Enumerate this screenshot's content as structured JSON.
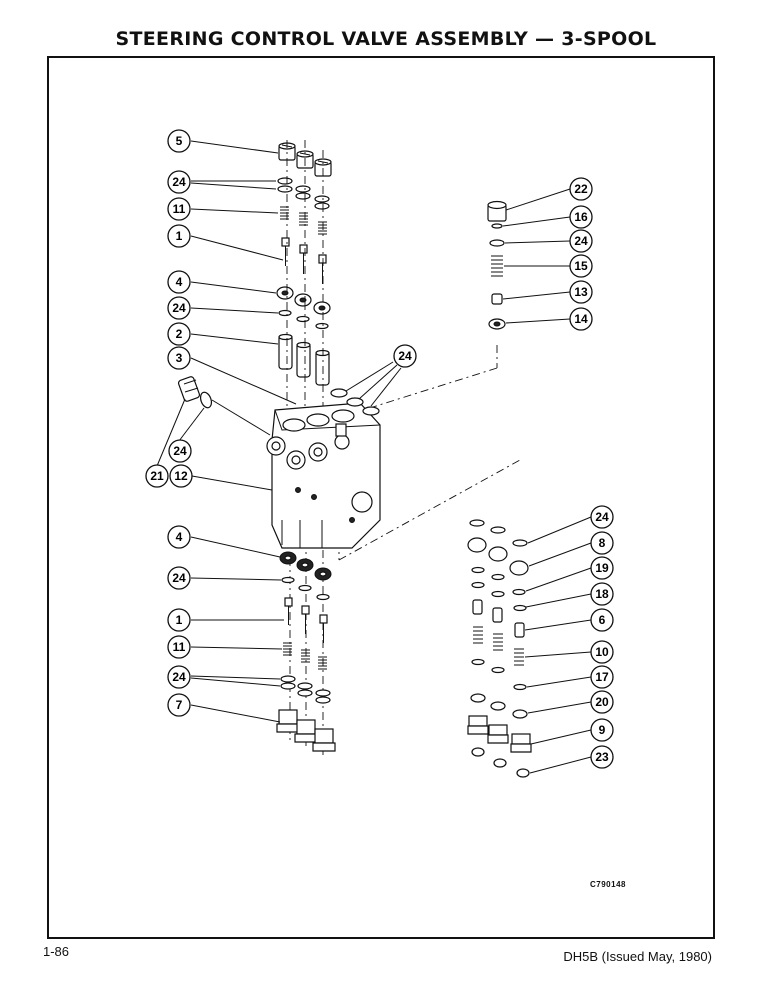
{
  "page": {
    "title": "STEERING CONTROL VALVE ASSEMBLY — 3-SPOOL",
    "page_number": "1-86",
    "document_reference": "DH5B (Issued May, 1980)",
    "drawing_code": "C790148"
  },
  "callouts_left": [
    "5",
    "24",
    "11",
    "1",
    "4",
    "24",
    "2",
    "3",
    "24",
    "24",
    "21",
    "12",
    "4",
    "24",
    "1",
    "11",
    "24",
    "7"
  ],
  "callouts_right_top": [
    "22",
    "16",
    "24",
    "15",
    "13",
    "14"
  ],
  "callouts_right_bottom": [
    "24",
    "8",
    "19",
    "18",
    "6",
    "10",
    "17",
    "20",
    "9",
    "23"
  ]
}
